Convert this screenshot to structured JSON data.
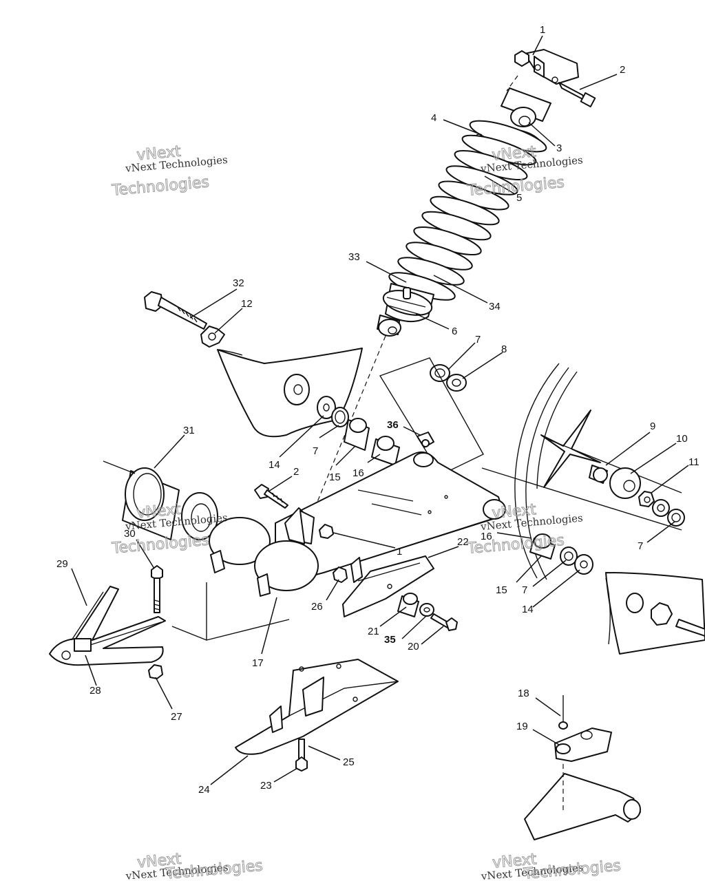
{
  "diagram": {
    "callouts": [
      {
        "text": "1",
        "bold": false
      },
      {
        "text": "2",
        "bold": false
      },
      {
        "text": "3",
        "bold": false
      },
      {
        "text": "4",
        "bold": false
      },
      {
        "text": "5",
        "bold": false
      },
      {
        "text": "33",
        "bold": false
      },
      {
        "text": "34",
        "bold": false
      },
      {
        "text": "6",
        "bold": false
      },
      {
        "text": "32",
        "bold": false
      },
      {
        "text": "12",
        "bold": false
      },
      {
        "text": "7",
        "bold": false
      },
      {
        "text": "8",
        "bold": false
      },
      {
        "text": "9",
        "bold": false
      },
      {
        "text": "10",
        "bold": false
      },
      {
        "text": "11",
        "bold": false
      },
      {
        "text": "31",
        "bold": false
      },
      {
        "text": "36",
        "bold": true
      },
      {
        "text": "14",
        "bold": false
      },
      {
        "text": "7",
        "bold": false
      },
      {
        "text": "15",
        "bold": false
      },
      {
        "text": "16",
        "bold": false
      },
      {
        "text": "2",
        "bold": false
      },
      {
        "text": "1",
        "bold": false
      },
      {
        "text": "30",
        "bold": false
      },
      {
        "text": "29",
        "bold": false
      },
      {
        "text": "22",
        "bold": false
      },
      {
        "text": "16",
        "bold": false
      },
      {
        "text": "7",
        "bold": false
      },
      {
        "text": "15",
        "bold": false
      },
      {
        "text": "7",
        "bold": false
      },
      {
        "text": "14",
        "bold": false
      },
      {
        "text": "26",
        "bold": false
      },
      {
        "text": "21",
        "bold": false
      },
      {
        "text": "35",
        "bold": true
      },
      {
        "text": "20",
        "bold": false
      },
      {
        "text": "17",
        "bold": false
      },
      {
        "text": "28",
        "bold": false
      },
      {
        "text": "27",
        "bold": false
      },
      {
        "text": "18",
        "bold": false
      },
      {
        "text": "19",
        "bold": false
      },
      {
        "text": "25",
        "bold": false
      },
      {
        "text": "24",
        "bold": false
      },
      {
        "text": "23",
        "bold": false
      }
    ],
    "watermarks": [
      {
        "small": "vNext Technologies",
        "outline_top": "vNext",
        "outline_bottom": "Technologies"
      },
      {
        "small": "vNext Technologies",
        "outline_top": "vNext",
        "outline_bottom": "Technologies"
      },
      {
        "small": "vNext Technologies",
        "outline_top": "vNext",
        "outline_bottom": "Technologies"
      },
      {
        "small": "vNext Technologies",
        "outline_top": "vNext",
        "outline_bottom": "Technologies"
      },
      {
        "small": "vNext Technologies",
        "outline_top": "vNext",
        "outline_bottom": "Technologies"
      },
      {
        "small": "vNext Technologies",
        "outline_top": "vNext",
        "outline_bottom": "Technologies"
      }
    ]
  }
}
